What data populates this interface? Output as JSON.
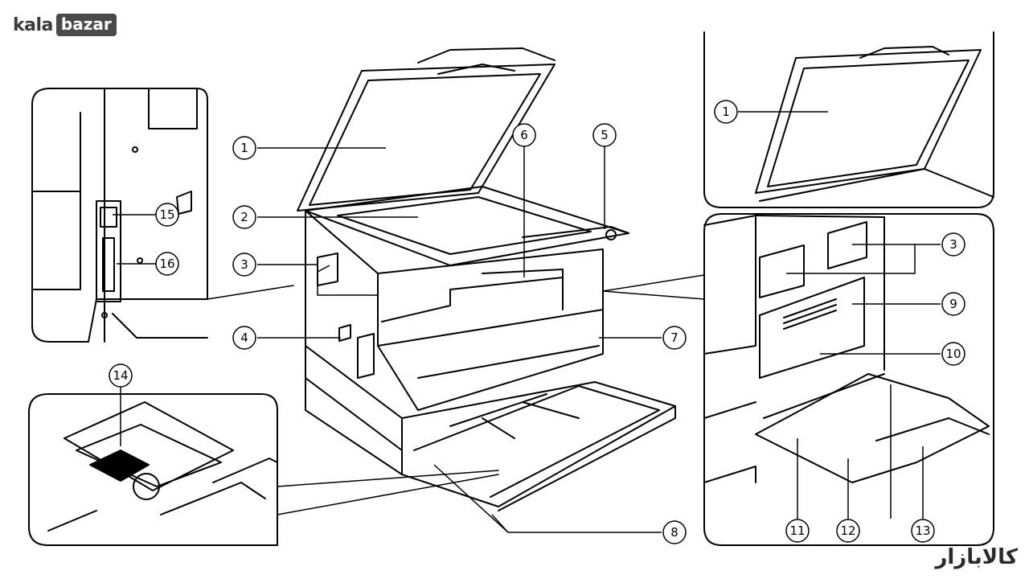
{
  "logo": {
    "kala": "kala",
    "bazar": "bazar"
  },
  "watermark": "کالابازار",
  "callouts": [
    {
      "id": "callout-1-main",
      "label": "1"
    },
    {
      "id": "callout-2",
      "label": "2"
    },
    {
      "id": "callout-3-main",
      "label": "3"
    },
    {
      "id": "callout-4",
      "label": "4"
    },
    {
      "id": "callout-5",
      "label": "5"
    },
    {
      "id": "callout-6",
      "label": "6"
    },
    {
      "id": "callout-7",
      "label": "7"
    },
    {
      "id": "callout-8",
      "label": "8"
    },
    {
      "id": "callout-1-inset",
      "label": "1"
    },
    {
      "id": "callout-3-inset",
      "label": "3"
    },
    {
      "id": "callout-9",
      "label": "9"
    },
    {
      "id": "callout-10",
      "label": "10"
    },
    {
      "id": "callout-11",
      "label": "11"
    },
    {
      "id": "callout-12",
      "label": "12"
    },
    {
      "id": "callout-13",
      "label": "13"
    },
    {
      "id": "callout-14",
      "label": "14"
    },
    {
      "id": "callout-15",
      "label": "15"
    },
    {
      "id": "callout-16",
      "label": "16"
    }
  ]
}
